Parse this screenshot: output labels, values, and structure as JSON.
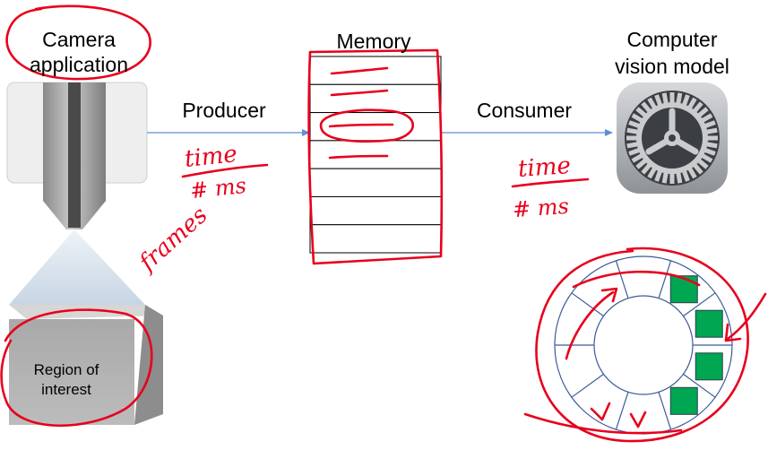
{
  "camera": {
    "line1": "Camera",
    "line2": "application"
  },
  "memory": {
    "title": "Memory",
    "slot_count": 7
  },
  "model": {
    "line1": "Computer",
    "line2": "vision model",
    "icon": "gear-icon"
  },
  "producer_label": "Producer",
  "consumer_label": "Consumer",
  "region": {
    "line1": "Region of",
    "line2": "interest"
  },
  "annotations": {
    "producer_note": [
      "time",
      "# ms"
    ],
    "consumer_note": [
      "time",
      "# ms"
    ],
    "frames_note": "frames"
  },
  "ring_buffer": {
    "segments": 10,
    "filled_segments": 4
  },
  "colors": {
    "ink": "#e8001c",
    "arrow": "#5b8fd6",
    "buffer_line": "#3d5a99",
    "filled_slot": "#00a651"
  }
}
